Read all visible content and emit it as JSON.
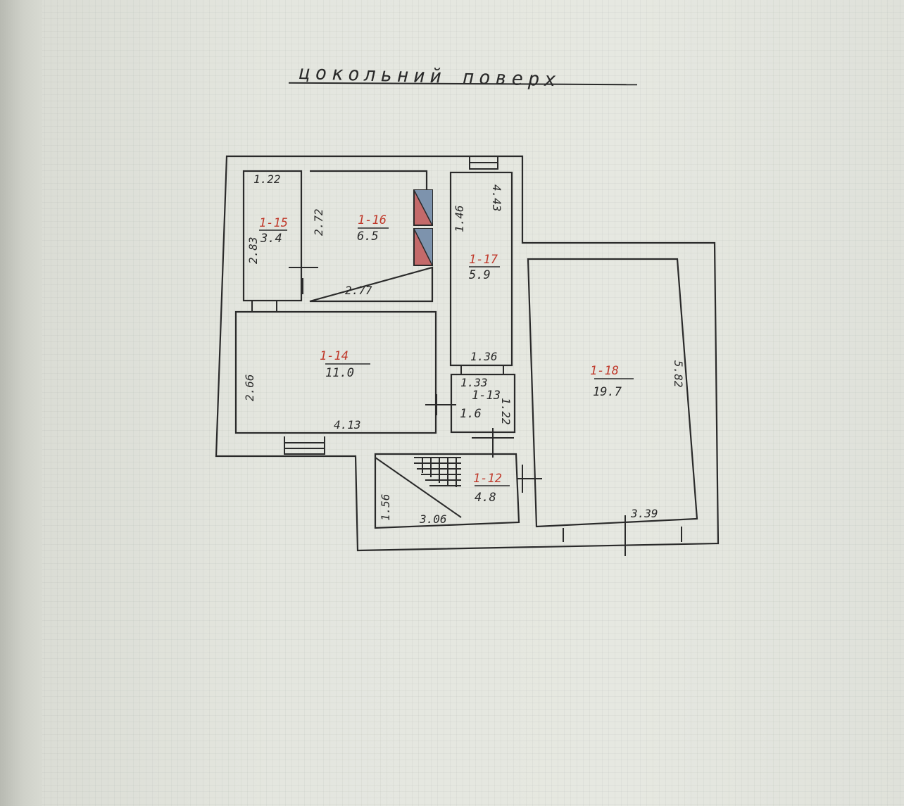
{
  "title": "цокольний поверх",
  "rooms": [
    {
      "id": "1-15",
      "area": "3.4"
    },
    {
      "id": "1-16",
      "area": "6.5"
    },
    {
      "id": "1-17",
      "area": "5.9"
    },
    {
      "id": "1-14",
      "area": "11.0"
    },
    {
      "id": "1-13",
      "area": "1.6"
    },
    {
      "id": "1-18",
      "area": "19.7"
    },
    {
      "id": "1-12",
      "area": "4.8"
    }
  ],
  "dimensions": [
    "1.22",
    "2.83",
    "2.72",
    "2.77",
    "1.46",
    "4.43",
    "2.66",
    "4.13",
    "1.36",
    "1.33",
    "1.22",
    "5.82",
    "3.39",
    "1.56",
    "3.06"
  ],
  "colors": {
    "ink": "#2a2a2a",
    "room_id": "#c0392b",
    "flue_red": "#c46a6a",
    "flue_blue": "#7d93ad"
  }
}
